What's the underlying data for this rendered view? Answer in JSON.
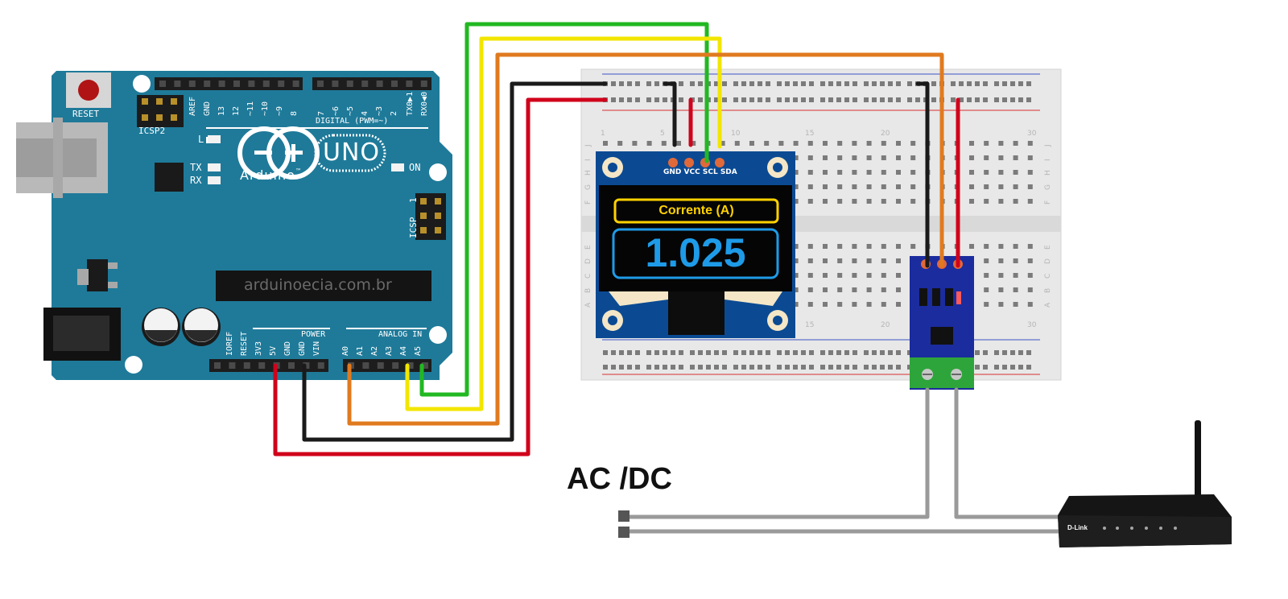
{
  "arduino": {
    "reset_label": "RESET",
    "icsp2_label": "ICSP2",
    "icsp_label": "ICSP",
    "icsp_pin1": "1",
    "digital_label": "DIGITAL (PWM=~)",
    "digital_pins": [
      "AREF",
      "GND",
      "13",
      "12",
      "~11",
      "~10",
      "~9",
      "8",
      "7",
      "~6",
      "~5",
      "4",
      "~3",
      "2",
      "TX0▶1",
      "RX0◀0"
    ],
    "brand": "Arduino",
    "tm": "™",
    "model": "UNO",
    "l_label": "L",
    "tx_label": "TX",
    "rx_label": "RX",
    "on_label": "ON",
    "website": "arduinoecia.com.br",
    "power_label": "POWER",
    "analog_label": "ANALOG IN",
    "power_pins": [
      "IOREF",
      "RESET",
      "3V3",
      "5V",
      "GND",
      "GND",
      "VIN"
    ],
    "analog_pins": [
      "A0",
      "A1",
      "A2",
      "A3",
      "A4",
      "A5"
    ],
    "board_color": "#1f7a99"
  },
  "breadboard": {
    "col_numbers": [
      "1",
      "5",
      "10",
      "15",
      "20",
      "30"
    ],
    "row_letters_top": [
      "J",
      "I",
      "H",
      "G",
      "F"
    ],
    "row_letters_bottom": [
      "E",
      "D",
      "C",
      "B",
      "A"
    ]
  },
  "oled": {
    "pins": [
      "GND",
      "VCC",
      "SCL",
      "SDA"
    ],
    "title": "Corrente (A)",
    "value": "1.025",
    "title_color": "#ffd200",
    "value_color": "#1e9be8"
  },
  "label": {
    "power_source": "AC /DC"
  },
  "router": {
    "brand": "D-Link"
  },
  "wires": {
    "red": "#d0021b",
    "black": "#1a1a1a",
    "orange": "#e07a1f",
    "yellow": "#f2e600",
    "green": "#22b822",
    "gray": "#9a9a9a"
  }
}
